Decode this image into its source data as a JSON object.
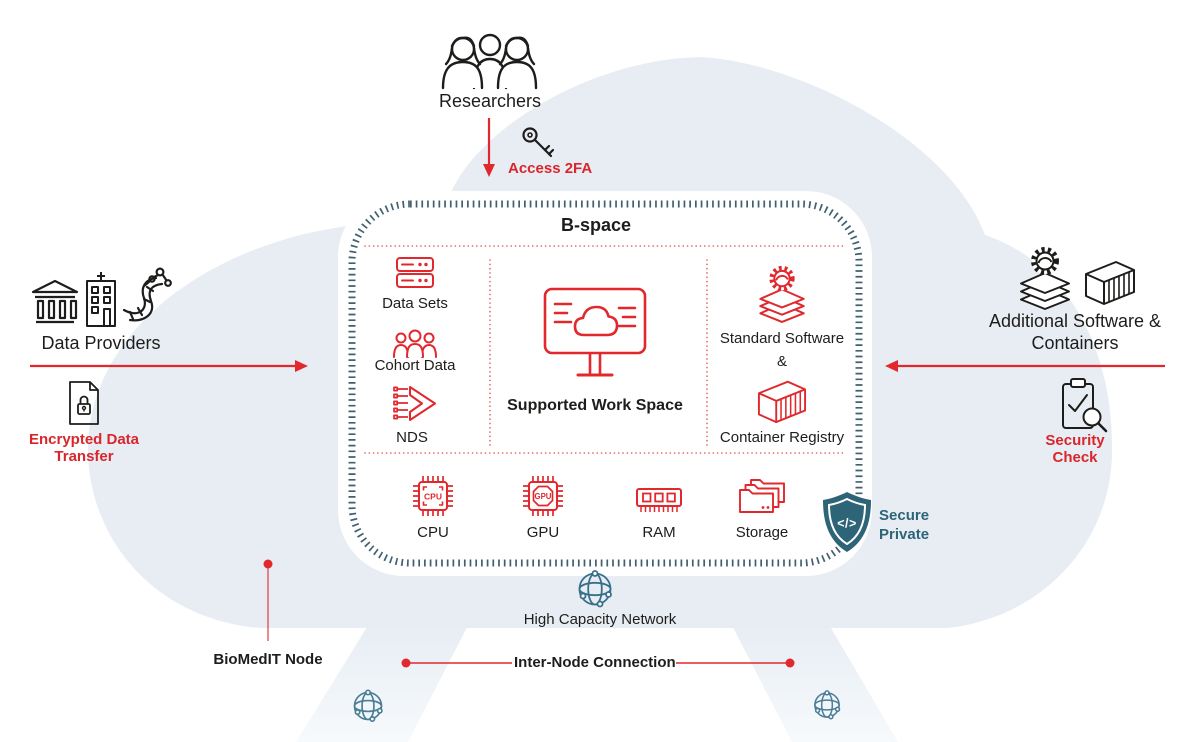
{
  "palette": {
    "red": "#e0282d",
    "red_dotted": "#e4595e",
    "ink": "#1d1d1b",
    "teal_dark": "#2d6478",
    "teal_globe": "#38708a",
    "tick_border": "#40606f",
    "cloud": "#e8edf4",
    "panel": "#ffffff"
  },
  "top": {
    "researchers_label": "Researchers",
    "access_label": "Access 2FA"
  },
  "providers": {
    "title": "Data Providers",
    "transfer_line1": "Encrypted Data",
    "transfer_line2": "Transfer"
  },
  "software": {
    "title_line1": "Additional Software &",
    "title_line2": "Containers",
    "security_line1": "Security",
    "security_line2": "Check"
  },
  "bspace": {
    "title": "B-space",
    "data_items": [
      {
        "label": "Data Sets"
      },
      {
        "label": "Cohort Data"
      },
      {
        "label": "NDS"
      }
    ],
    "workspace_label": "Supported Work Space",
    "software_stack": {
      "line1": "Standard Software",
      "amp": "&",
      "line2": "Container Registry"
    },
    "resources": [
      {
        "label": "CPU",
        "chip_text": "CPU"
      },
      {
        "label": "GPU",
        "chip_text": "GPU"
      },
      {
        "label": "RAM"
      },
      {
        "label": "Storage"
      }
    ],
    "badge": {
      "line1": "Secure",
      "line2": "Private",
      "glyph": "</>"
    }
  },
  "bottom": {
    "network_label": "High Capacity Network",
    "internode_label": "Inter-Node Connection",
    "node_label": "BioMedIT Node"
  }
}
